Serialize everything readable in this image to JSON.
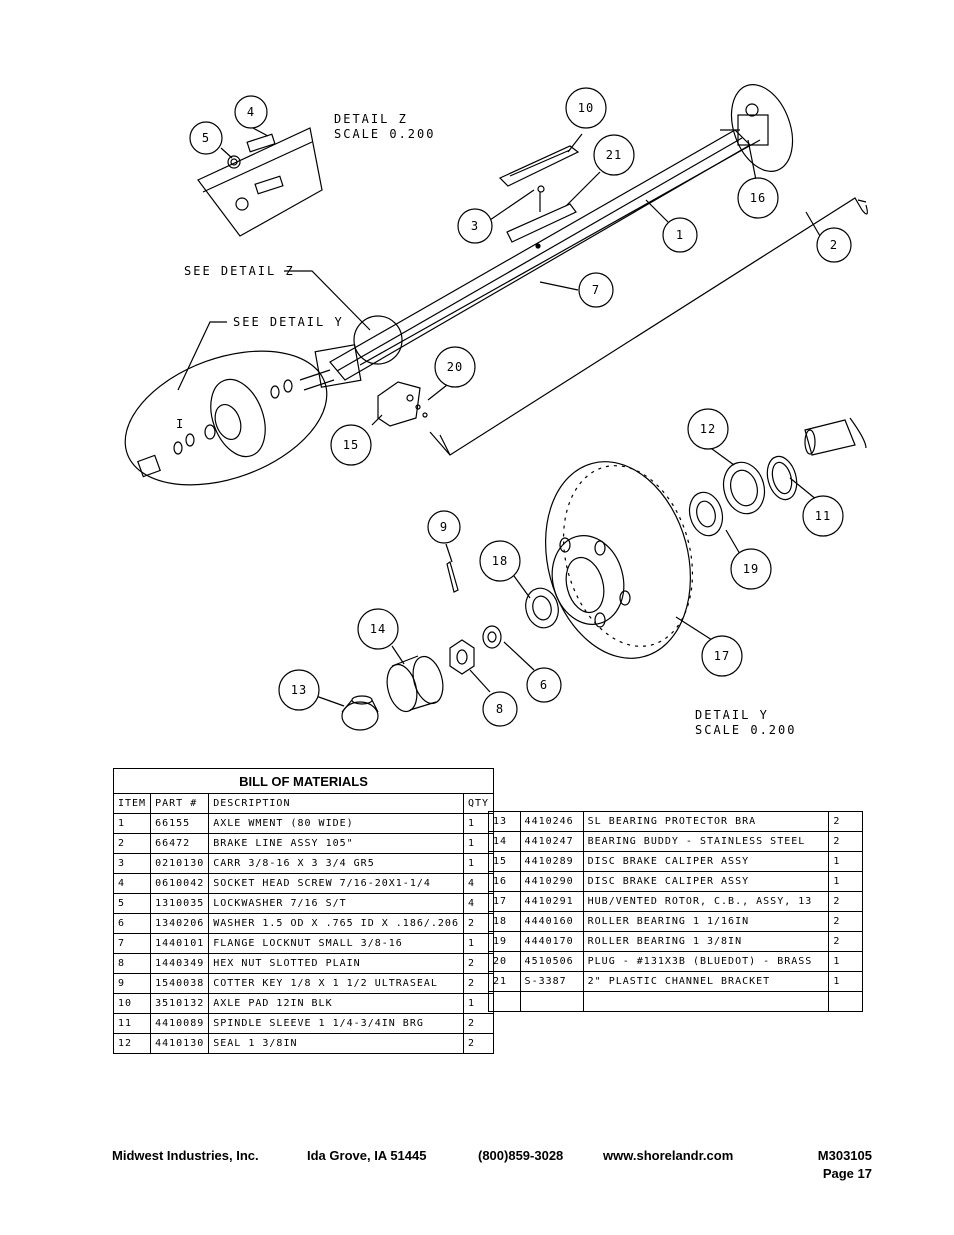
{
  "details": {
    "detail_z_title": "DETAIL  Z",
    "detail_z_scale": "SCALE  0.200",
    "see_detail_z": "SEE DETAIL  Z",
    "see_detail_y": "SEE DETAIL  Y",
    "detail_y_title": "DETAIL  Y",
    "detail_y_scale": "SCALE  0.200",
    "detail_y_marker": "I"
  },
  "callouts": {
    "c1": "1",
    "c2": "2",
    "c3": "3",
    "c4": "4",
    "c5": "5",
    "c6": "6",
    "c7": "7",
    "c8": "8",
    "c9": "9",
    "c10": "10",
    "c11": "11",
    "c12": "12",
    "c13": "13",
    "c14": "14",
    "c15": "15",
    "c16": "16",
    "c17": "17",
    "c18": "18",
    "c19": "19",
    "c20": "20",
    "c21": "21"
  },
  "bom": {
    "title": "BILL OF MATERIALS",
    "headers": {
      "item": "ITEM",
      "part": "PART #",
      "description": "DESCRIPTION",
      "qty": "QTY"
    },
    "left_rows": [
      [
        "1",
        "66155",
        "AXLE WMENT (80 WIDE)",
        "1"
      ],
      [
        "2",
        "66472",
        "BRAKE LINE ASSY 105\"",
        "1"
      ],
      [
        "3",
        "0210130",
        "CARR 3/8-16 X 3 3/4 GR5",
        "1"
      ],
      [
        "4",
        "0610042",
        "SOCKET HEAD SCREW 7/16-20X1-1/4",
        "4"
      ],
      [
        "5",
        "1310035",
        "LOCKWASHER 7/16 S/T",
        "4"
      ],
      [
        "6",
        "1340206",
        "WASHER 1.5 OD X .765 ID X .186/.206",
        "2"
      ],
      [
        "7",
        "1440101",
        "FLANGE LOCKNUT SMALL 3/8-16",
        "1"
      ],
      [
        "8",
        "1440349",
        "HEX NUT SLOTTED PLAIN",
        "2"
      ],
      [
        "9",
        "1540038",
        "COTTER KEY 1/8 X 1 1/2 ULTRASEAL",
        "2"
      ],
      [
        "10",
        "3510132",
        "AXLE PAD 12IN  BLK",
        "1"
      ],
      [
        "11",
        "4410089",
        "SPINDLE SLEEVE  1 1/4-3/4IN BRG",
        "2"
      ],
      [
        "12",
        "4410130",
        "SEAL  1 3/8IN",
        "2"
      ]
    ],
    "right_rows": [
      [
        "13",
        "4410246",
        "SL BEARING PROTECTOR BRA",
        "2"
      ],
      [
        "14",
        "4410247",
        "BEARING BUDDY - STAINLESS STEEL",
        "2"
      ],
      [
        "15",
        "4410289",
        "DISC BRAKE CALIPER ASSY",
        "1"
      ],
      [
        "16",
        "4410290",
        "DISC BRAKE CALIPER ASSY",
        "1"
      ],
      [
        "17",
        "4410291",
        "HUB/VENTED ROTOR, C.B., ASSY, 13",
        "2"
      ],
      [
        "18",
        "4440160",
        "ROLLER BEARING   1 1/16IN",
        "2"
      ],
      [
        "19",
        "4440170",
        "ROLLER BEARING   1 3/8IN",
        "2"
      ],
      [
        "20",
        "4510506",
        "PLUG - #131X3B (BLUEDOT) - BRASS",
        "1"
      ],
      [
        "21",
        "S-3387",
        "2\" PLASTIC CHANNEL BRACKET",
        "1"
      ],
      [
        "",
        "",
        "",
        ""
      ]
    ]
  },
  "footer": {
    "company": "Midwest Industries, Inc.",
    "city": "Ida Grove, IA  51445",
    "phone": "(800)859-3028",
    "website": "www.shorelandr.com",
    "doc_number": "M303105",
    "page": "Page 17"
  }
}
